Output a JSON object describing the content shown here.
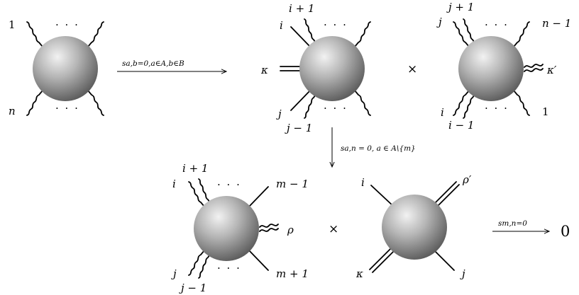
{
  "diagram": {
    "blob1": {
      "labels": {
        "one": "1",
        "n": "n",
        "dots_top": "· · ·",
        "dots_bottom": "· · ·"
      }
    },
    "arrow1": {
      "label": "s_{a,b}=0, a∈A, b∈B",
      "label_text": "sa,b=0,a∈A,b∈B"
    },
    "blob2": {
      "labels": {
        "i_plus_1": "i + 1",
        "i": "i",
        "kappa": "κ",
        "j": "j",
        "j_minus_1": "j − 1",
        "dots_top": "· · ·",
        "dots_bottom": "· · ·"
      }
    },
    "times1": "×",
    "blob3": {
      "labels": {
        "j_plus_1": "j + 1",
        "j": "j",
        "n_minus_1": "n − 1",
        "kappa_prime": "κ′",
        "i": "i",
        "i_minus_1": "i − 1",
        "one": "1",
        "dots_top": "· · ·",
        "dots_bottom": "· · ·"
      }
    },
    "arrow2": {
      "label": "sa,n = 0, a ∈ A\\{m}"
    },
    "blob4": {
      "labels": {
        "i_plus_1": "i + 1",
        "i": "i",
        "m_minus_1": "m − 1",
        "rho": "ρ",
        "j": "j",
        "j_minus_1": "j − 1",
        "m_plus_1": "m + 1",
        "dots_top": "· · ·",
        "dots_bottom": "· · ·"
      }
    },
    "times2": "×",
    "blob5": {
      "labels": {
        "i": "i",
        "rho_prime": "ρ′",
        "kappa": "κ",
        "j": "j"
      }
    },
    "arrow3": {
      "label": "sm,n=0"
    },
    "result": "0"
  }
}
